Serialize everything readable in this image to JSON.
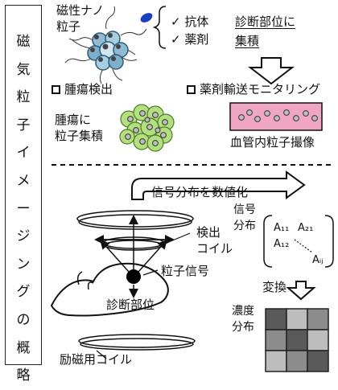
{
  "title_vertical": [
    "磁",
    "気",
    "粒",
    "子",
    "イ",
    "メ",
    "ー",
    "ジ",
    "ン",
    "グ",
    "の",
    "概",
    "略"
  ],
  "particle": {
    "line1": "磁性ナノ",
    "line2": "粒子"
  },
  "checks": [
    {
      "mark": "✓",
      "label": "抗体"
    },
    {
      "mark": "✓",
      "label": "薬剤"
    }
  ],
  "accumulation": {
    "line1": "診断部位に",
    "line2": "集積"
  },
  "applications": {
    "tumor": {
      "label": "腫瘍検出",
      "caption_line1": "腫瘍に",
      "caption_line2": "粒子集積"
    },
    "drug": {
      "label": "薬剤輸送モニタリング",
      "caption": "血管内粒子撮像"
    }
  },
  "quantify_label": "信号分布を数値化",
  "signal_distribution": {
    "line1": "信号",
    "line2": "分布"
  },
  "matrix": {
    "a11": "A₁₁",
    "a21": "A₂₁",
    "a12": "A₁₂",
    "aij": "Aᵢⱼ"
  },
  "detection_coil": {
    "line1": "検出",
    "line2": "コイル"
  },
  "particle_signal": "粒子信号",
  "diagnosis_site": "診断部位",
  "conversion": "変換",
  "concentration": {
    "line1": "濃度",
    "line2": "分布"
  },
  "excitation_coil": "励磁用コイル",
  "colors": {
    "nanoparticle": "#9fc8dc",
    "tumor_fill": "#b3e07e",
    "vessel_fill": "#f0a6c3",
    "arrow_blue": "#1a3ec0",
    "grid_dark": "#5a5a5a",
    "grid_mid": "#8c8c8c",
    "grid_light": "#bdbdbd"
  },
  "concentration_grid": [
    [
      "dark",
      "light",
      "mid"
    ],
    [
      "mid",
      "dark",
      "light"
    ],
    [
      "light",
      "mid",
      "dark"
    ]
  ]
}
